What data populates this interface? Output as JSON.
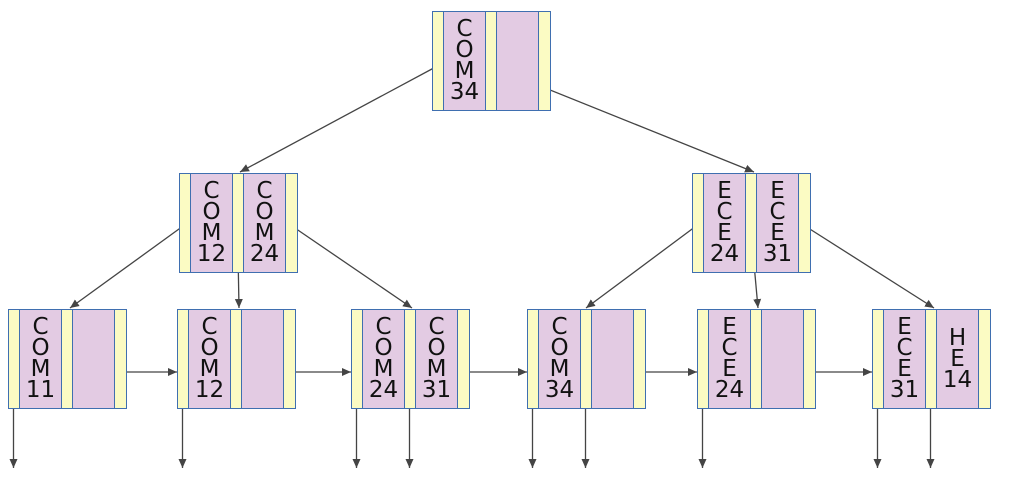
{
  "nodes": [
    {
      "keys": [
        "COM34",
        ""
      ]
    },
    {
      "keys": [
        "COM12",
        "COM24"
      ]
    },
    {
      "keys": [
        "ECE24",
        "ECE31"
      ]
    },
    {
      "keys": [
        "COM11",
        ""
      ]
    },
    {
      "keys": [
        "COM12",
        ""
      ]
    },
    {
      "keys": [
        "COM24",
        "COM31"
      ]
    },
    {
      "keys": [
        "COM34",
        ""
      ]
    },
    {
      "keys": [
        "ECE24",
        ""
      ]
    },
    {
      "keys": [
        "ECE31",
        "HE14"
      ]
    }
  ],
  "colors": {
    "pointer_cell": "#fbfbc3",
    "key_cell": "#e3cbe3",
    "cell_border": "#3f6fb0",
    "edge": "#444444"
  }
}
